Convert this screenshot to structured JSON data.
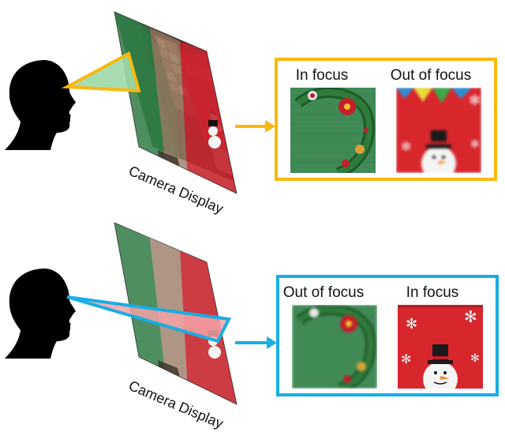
{
  "top_row": {
    "display_label": "Camera Display",
    "left_thumb_label": "In focus",
    "right_thumb_label": "Out of focus",
    "accent_color": "#F9B80E",
    "gaze_fill_color": "#9ED9A8"
  },
  "bottom_row": {
    "display_label": "Camera Display",
    "left_thumb_label": "Out of focus",
    "right_thumb_label": "In focus",
    "accent_color": "#1AADE4",
    "gaze_fill_color": "#F4A3A8"
  },
  "icons": [
    "head-silhouette-icon",
    "arrow-right-icon",
    "wreath-icon",
    "snowman-icon"
  ]
}
